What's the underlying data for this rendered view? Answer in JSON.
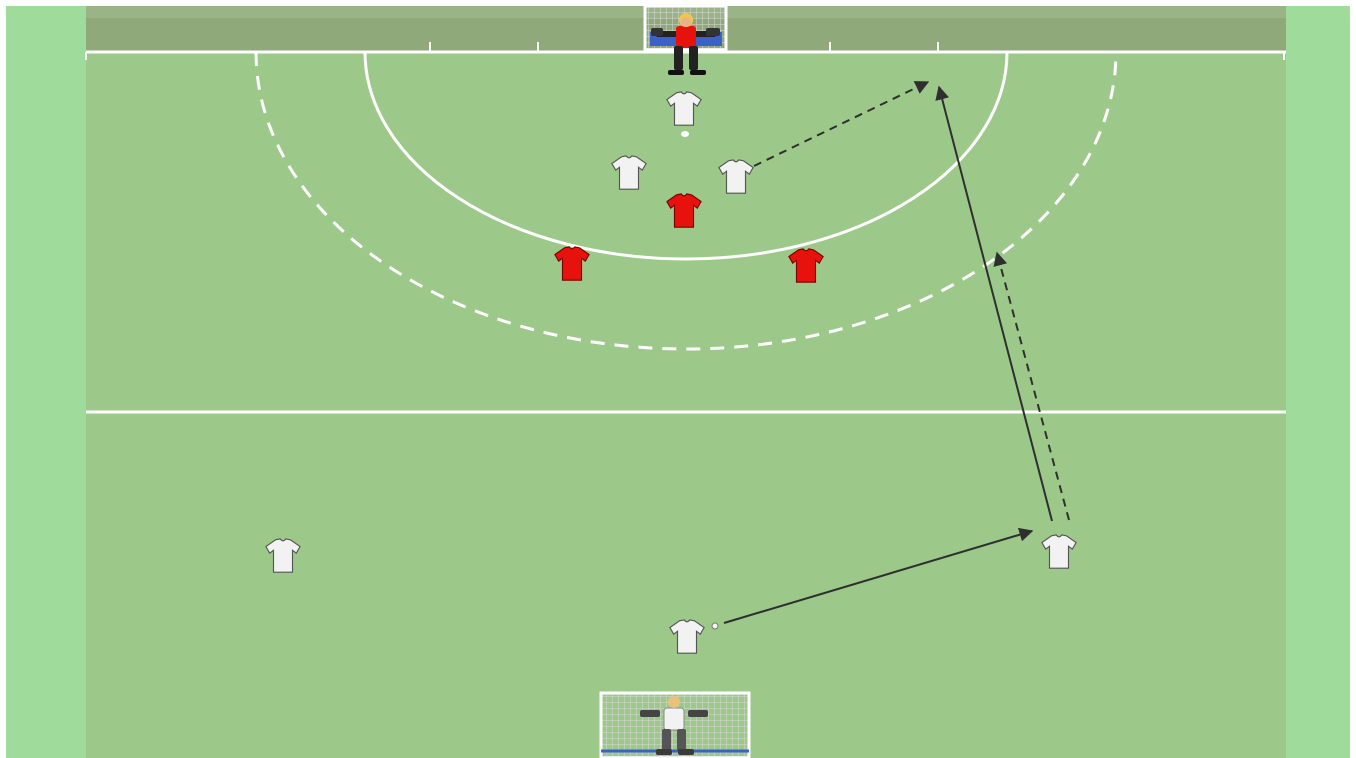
{
  "colors": {
    "frame": "#ffffff",
    "outer_margin": "#9fdc9b",
    "pitch": "#9cc98a",
    "back_zone": "#8fa97a",
    "line": "#ffffff",
    "arrow": "#2f2f2f",
    "team_white": "#f2f2f2",
    "team_red": "#e8120c"
  },
  "players": {
    "white_shirt": "white-team-shirt-icon",
    "red_shirt": "red-team-shirt-icon",
    "goalkeeper_red": "red-goalkeeper-icon",
    "goalkeeper_white": "white-goalkeeper-icon",
    "ball": "ball-icon"
  },
  "passes": [
    {
      "type": "pass",
      "style": "solid"
    },
    {
      "type": "pass",
      "style": "solid"
    },
    {
      "type": "run",
      "style": "dashed"
    },
    {
      "type": "run",
      "style": "dashed"
    }
  ]
}
